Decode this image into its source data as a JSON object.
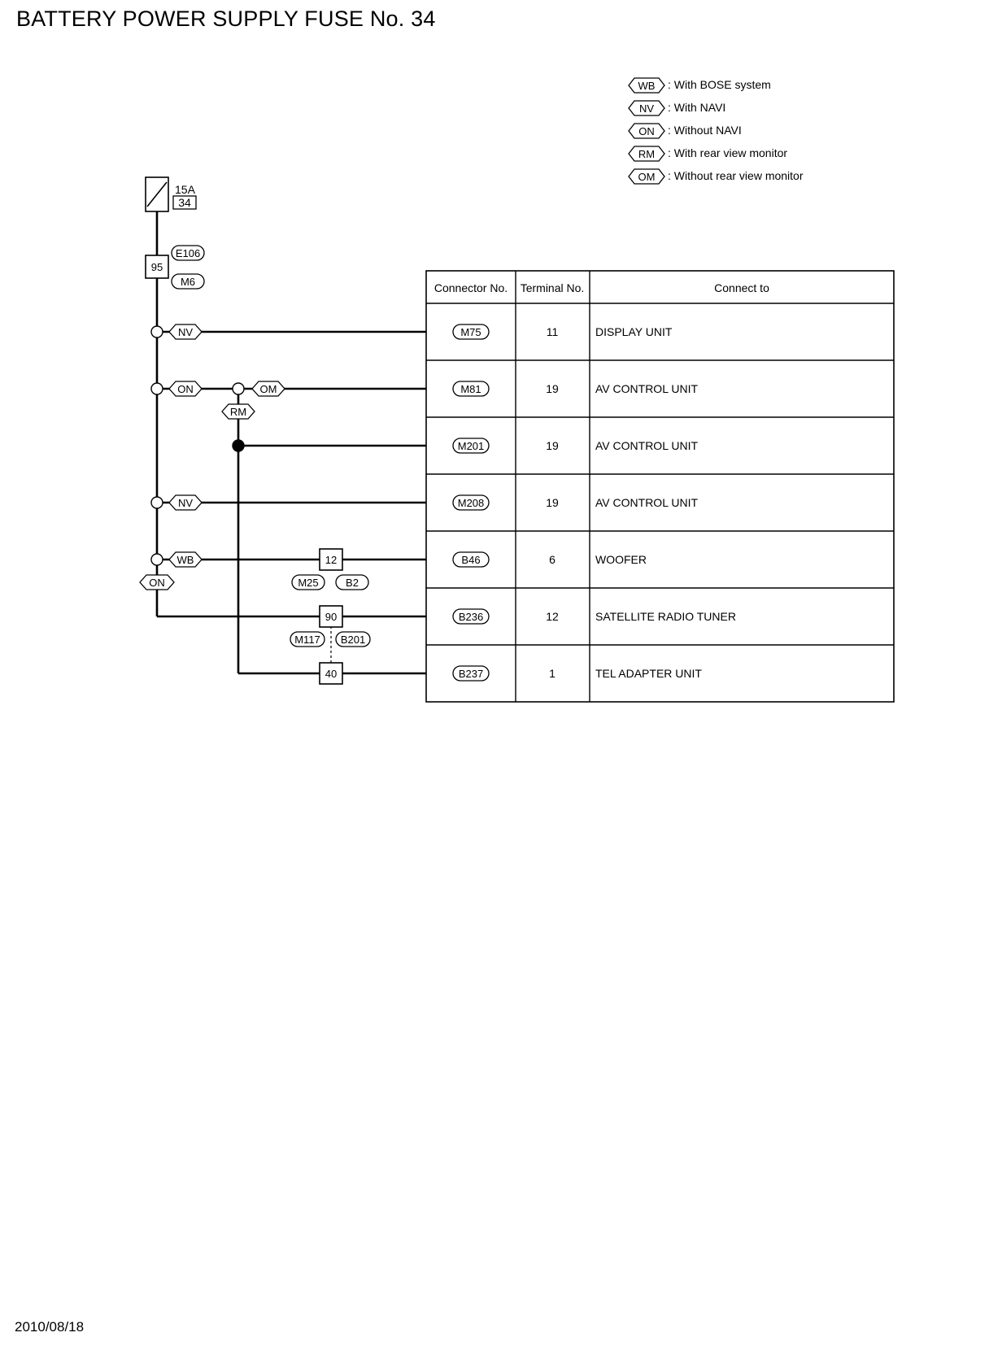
{
  "title": "BATTERY POWER SUPPLY FUSE No. 34",
  "date": "2010/08/18",
  "legend": [
    {
      "code": "WB",
      "text": ": With BOSE system"
    },
    {
      "code": "NV",
      "text": ": With NAVI"
    },
    {
      "code": "ON",
      "text": ": Without NAVI"
    },
    {
      "code": "RM",
      "text": ": With rear view monitor"
    },
    {
      "code": "OM",
      "text": ": Without rear view monitor"
    }
  ],
  "fuse": {
    "rating": "15A",
    "number": "34"
  },
  "harness": {
    "terminal_95": "95",
    "connector_e106": "E106",
    "connector_m6": "M6",
    "terminal_12": "12",
    "connector_m25": "M25",
    "connector_b2": "B2",
    "terminal_90": "90",
    "connector_m117": "M117",
    "connector_b201": "B201",
    "terminal_40": "40"
  },
  "branch_tags": {
    "nv1": "NV",
    "on1": "ON",
    "om1": "OM",
    "rm1": "RM",
    "nv2": "NV",
    "wb1": "WB",
    "on2": "ON"
  },
  "table": {
    "headers": [
      "Connector No.",
      "Terminal No.",
      "Connect to"
    ],
    "rows": [
      {
        "connector": "M75",
        "terminal": "11",
        "connect_to": "DISPLAY UNIT"
      },
      {
        "connector": "M81",
        "terminal": "19",
        "connect_to": "AV CONTROL UNIT"
      },
      {
        "connector": "M201",
        "terminal": "19",
        "connect_to": "AV CONTROL UNIT"
      },
      {
        "connector": "M208",
        "terminal": "19",
        "connect_to": "AV CONTROL UNIT"
      },
      {
        "connector": "B46",
        "terminal": "6",
        "connect_to": "WOOFER"
      },
      {
        "connector": "B236",
        "terminal": "12",
        "connect_to": "SATELLITE RADIO TUNER"
      },
      {
        "connector": "B237",
        "terminal": "1",
        "connect_to": "TEL ADAPTER UNIT"
      }
    ]
  }
}
